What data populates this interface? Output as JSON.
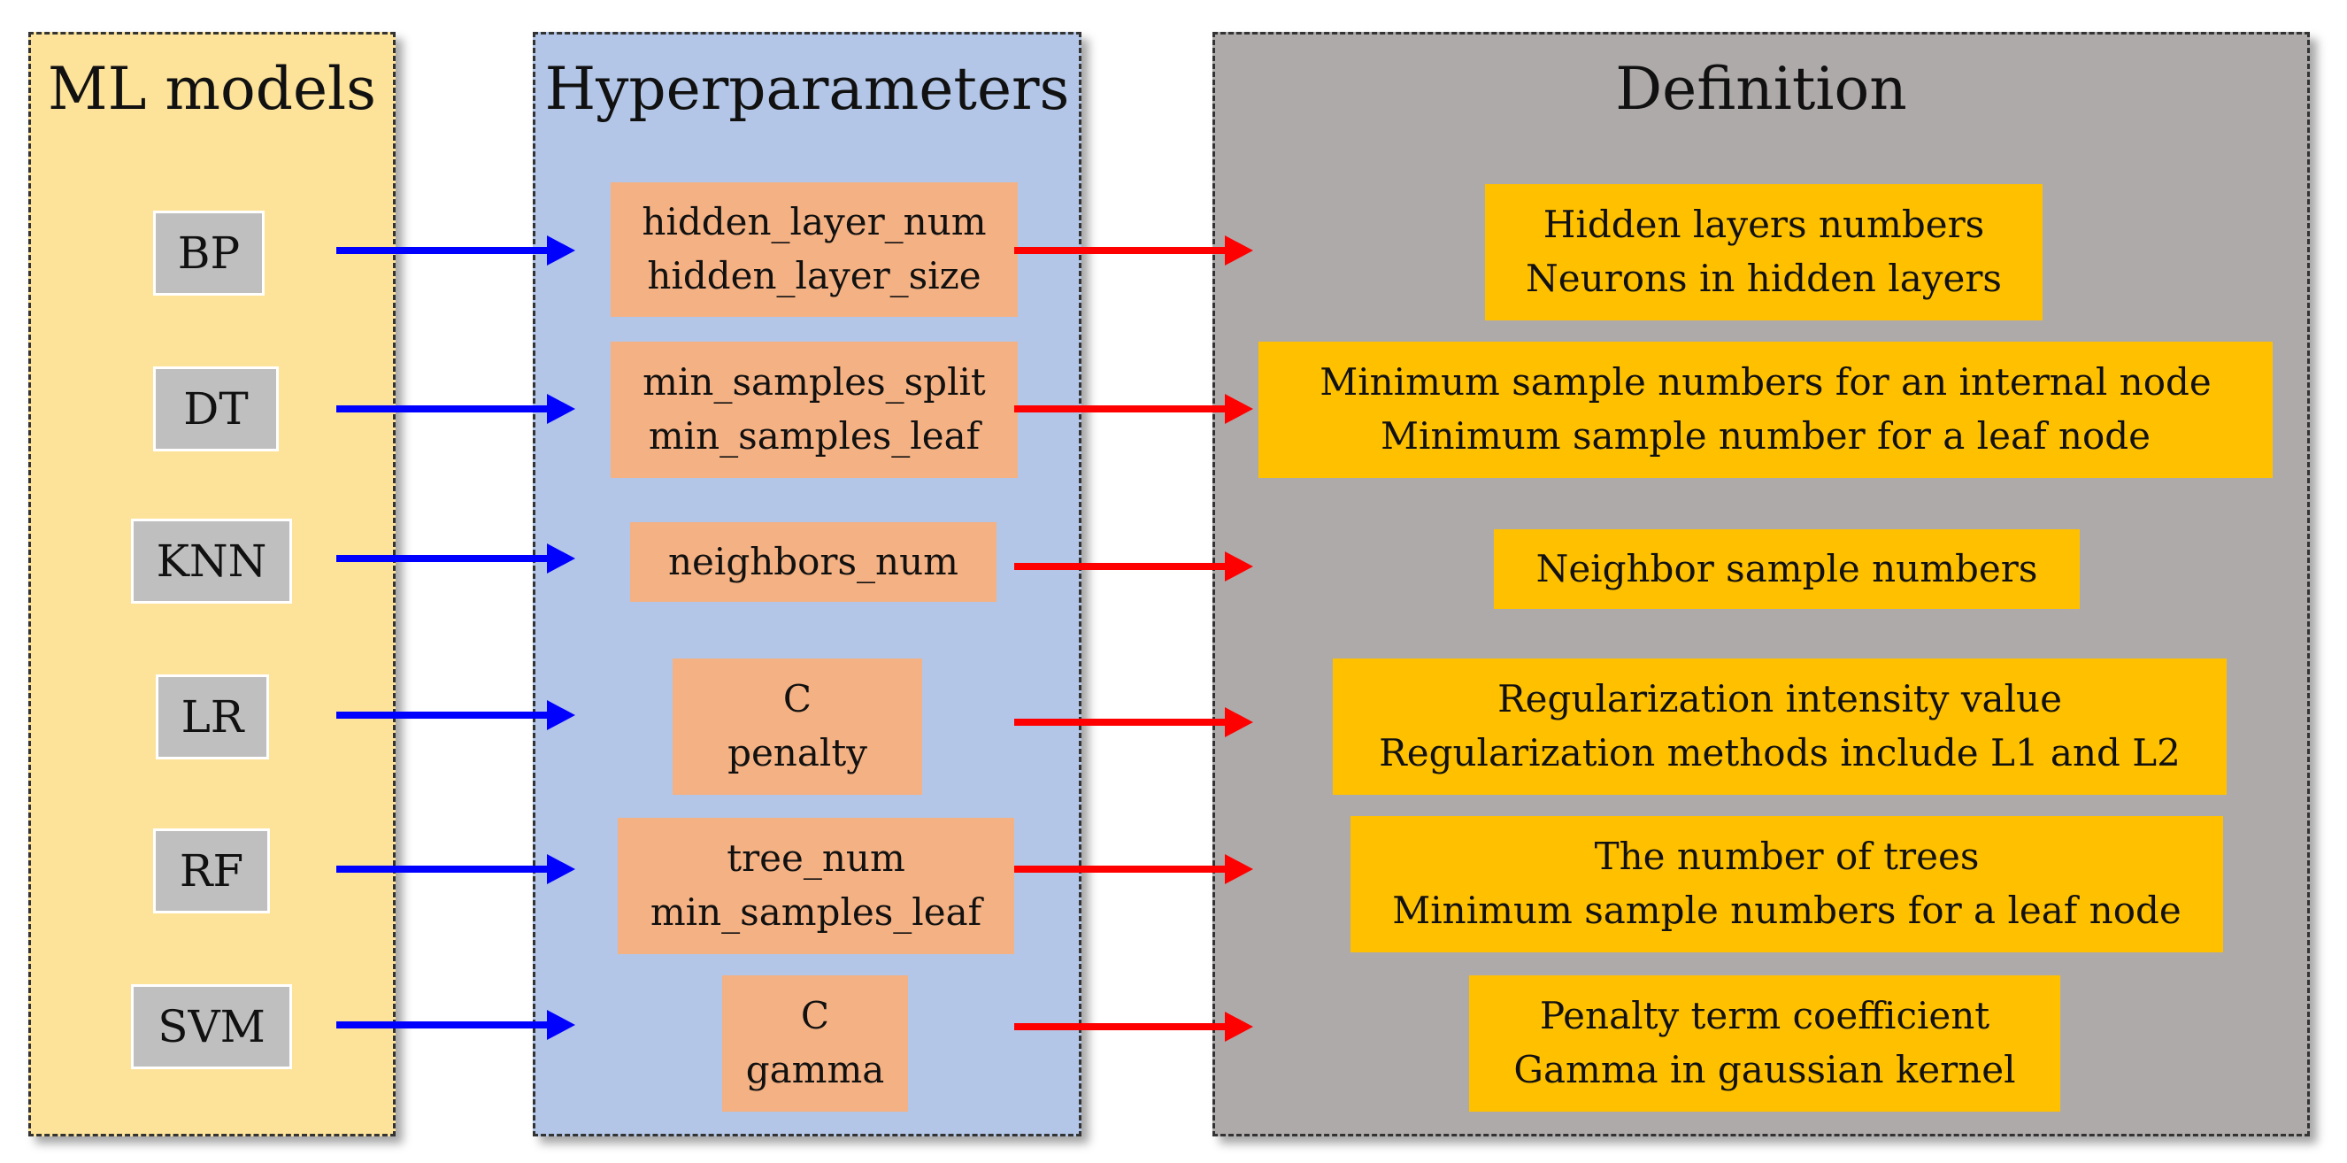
{
  "colors": {
    "models_panel": "#fde39a",
    "hyper_panel": "#b3c6e7",
    "def_panel": "#afaaaa",
    "model_box": "#bfbfbf",
    "hyper_box": "#f4b183",
    "def_box": "#ffc000",
    "blue_arrow": "#0000ff",
    "red_arrow": "#ff0000"
  },
  "panels": {
    "models_title": "ML models",
    "hyper_title": "Hyperparameters",
    "def_title": "Definition"
  },
  "rows": [
    {
      "model": "BP",
      "params": [
        "hidden_layer_num",
        "hidden_layer_size"
      ],
      "definitions": [
        "Hidden layers numbers",
        "Neurons in hidden layers"
      ]
    },
    {
      "model": "DT",
      "params": [
        "min_samples_split",
        "min_samples_leaf"
      ],
      "definitions": [
        "Minimum sample numbers for an internal node",
        "Minimum sample number for a leaf  node"
      ]
    },
    {
      "model": "KNN",
      "params": [
        "neighbors_num"
      ],
      "definitions": [
        "Neighbor sample numbers"
      ]
    },
    {
      "model": "LR",
      "params": [
        "C",
        "penalty"
      ],
      "definitions": [
        "Regularization intensity value",
        "Regularization methods include L1 and L2"
      ]
    },
    {
      "model": "RF",
      "params": [
        "tree_num",
        "min_samples_leaf"
      ],
      "definitions": [
        "The number of  trees",
        "Minimum sample numbers for a leaf  node"
      ]
    },
    {
      "model": "SVM",
      "params": [
        "C",
        "gamma"
      ],
      "definitions": [
        "Penalty term coefficient",
        "Gamma in gaussian kernel"
      ]
    }
  ]
}
